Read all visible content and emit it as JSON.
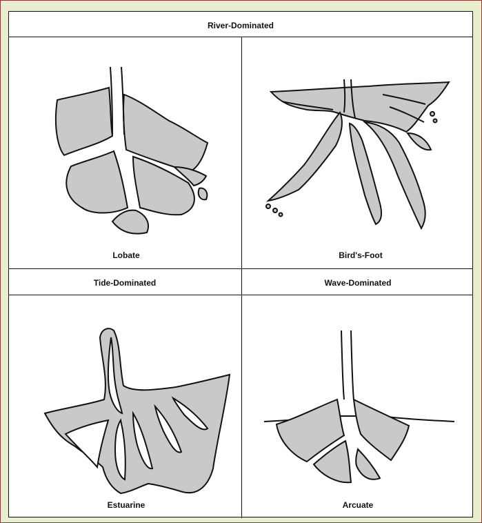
{
  "top_header": "River-Dominated",
  "bottom_headers": {
    "left": "Tide-Dominated",
    "right": "Wave-Dominated"
  },
  "labels": {
    "lobate": "Lobate",
    "birds_foot": "Bird's-Foot",
    "estuarine": "Estuarine",
    "arcuate": "Arcuate"
  },
  "colors": {
    "page_bg": "#e8efcf",
    "border": "#8b3a3a",
    "stipple": "#c9c9c9"
  }
}
